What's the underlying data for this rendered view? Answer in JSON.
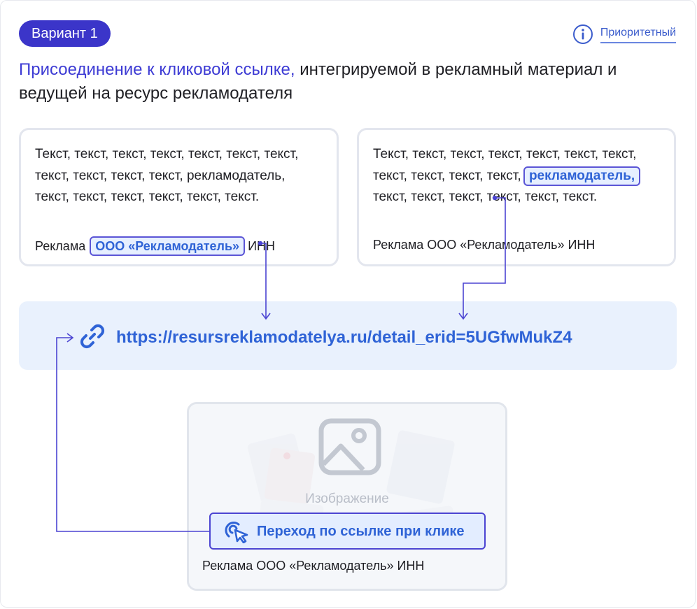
{
  "badge": {
    "label": "Вариант 1"
  },
  "priority": {
    "label": "Приоритетный",
    "icon": "info-icon"
  },
  "heading": {
    "accent": "Присоединение к кликовой ссылке,",
    "rest": " интегрируемой в рекламный материал и ведущей на ресурс рекламодателя"
  },
  "card_left": {
    "text": "Текст, текст, текст, текст, текст, текст, текст, текст, текст, текст, текст, рекламодатель, текст, текст, текст, текст, текст, текст.",
    "ad_prefix": "Реклама",
    "ad_chip": "ООО «Рекламодатель»",
    "ad_suffix": "ИНН"
  },
  "card_right": {
    "text_before": "Текст, текст, текст, текст, текст, текст, текст, текст, текст, текст, текст,",
    "chip": "рекламодатель,",
    "text_after": " текст, текст, текст, текст, текст, текст.",
    "ad_line": "Реклама ООО «Рекламодатель» ИНН"
  },
  "url": {
    "text": "https://resursreklamodatelya.ru/detail_erid=5UGfwMukZ4",
    "icon": "link-icon"
  },
  "image_card": {
    "caption": "Изображение",
    "icon": "picture-icon",
    "button_label": "Переход по ссылке при клике",
    "button_icon": "cursor-click-icon",
    "ad_line": "Реклама ООО «Рекламодатель» ИНН"
  },
  "colors": {
    "accent": "#3d3bd4",
    "link": "#2f63d6",
    "connector": "#4b44d2",
    "url_background": "#e9f1fd"
  }
}
